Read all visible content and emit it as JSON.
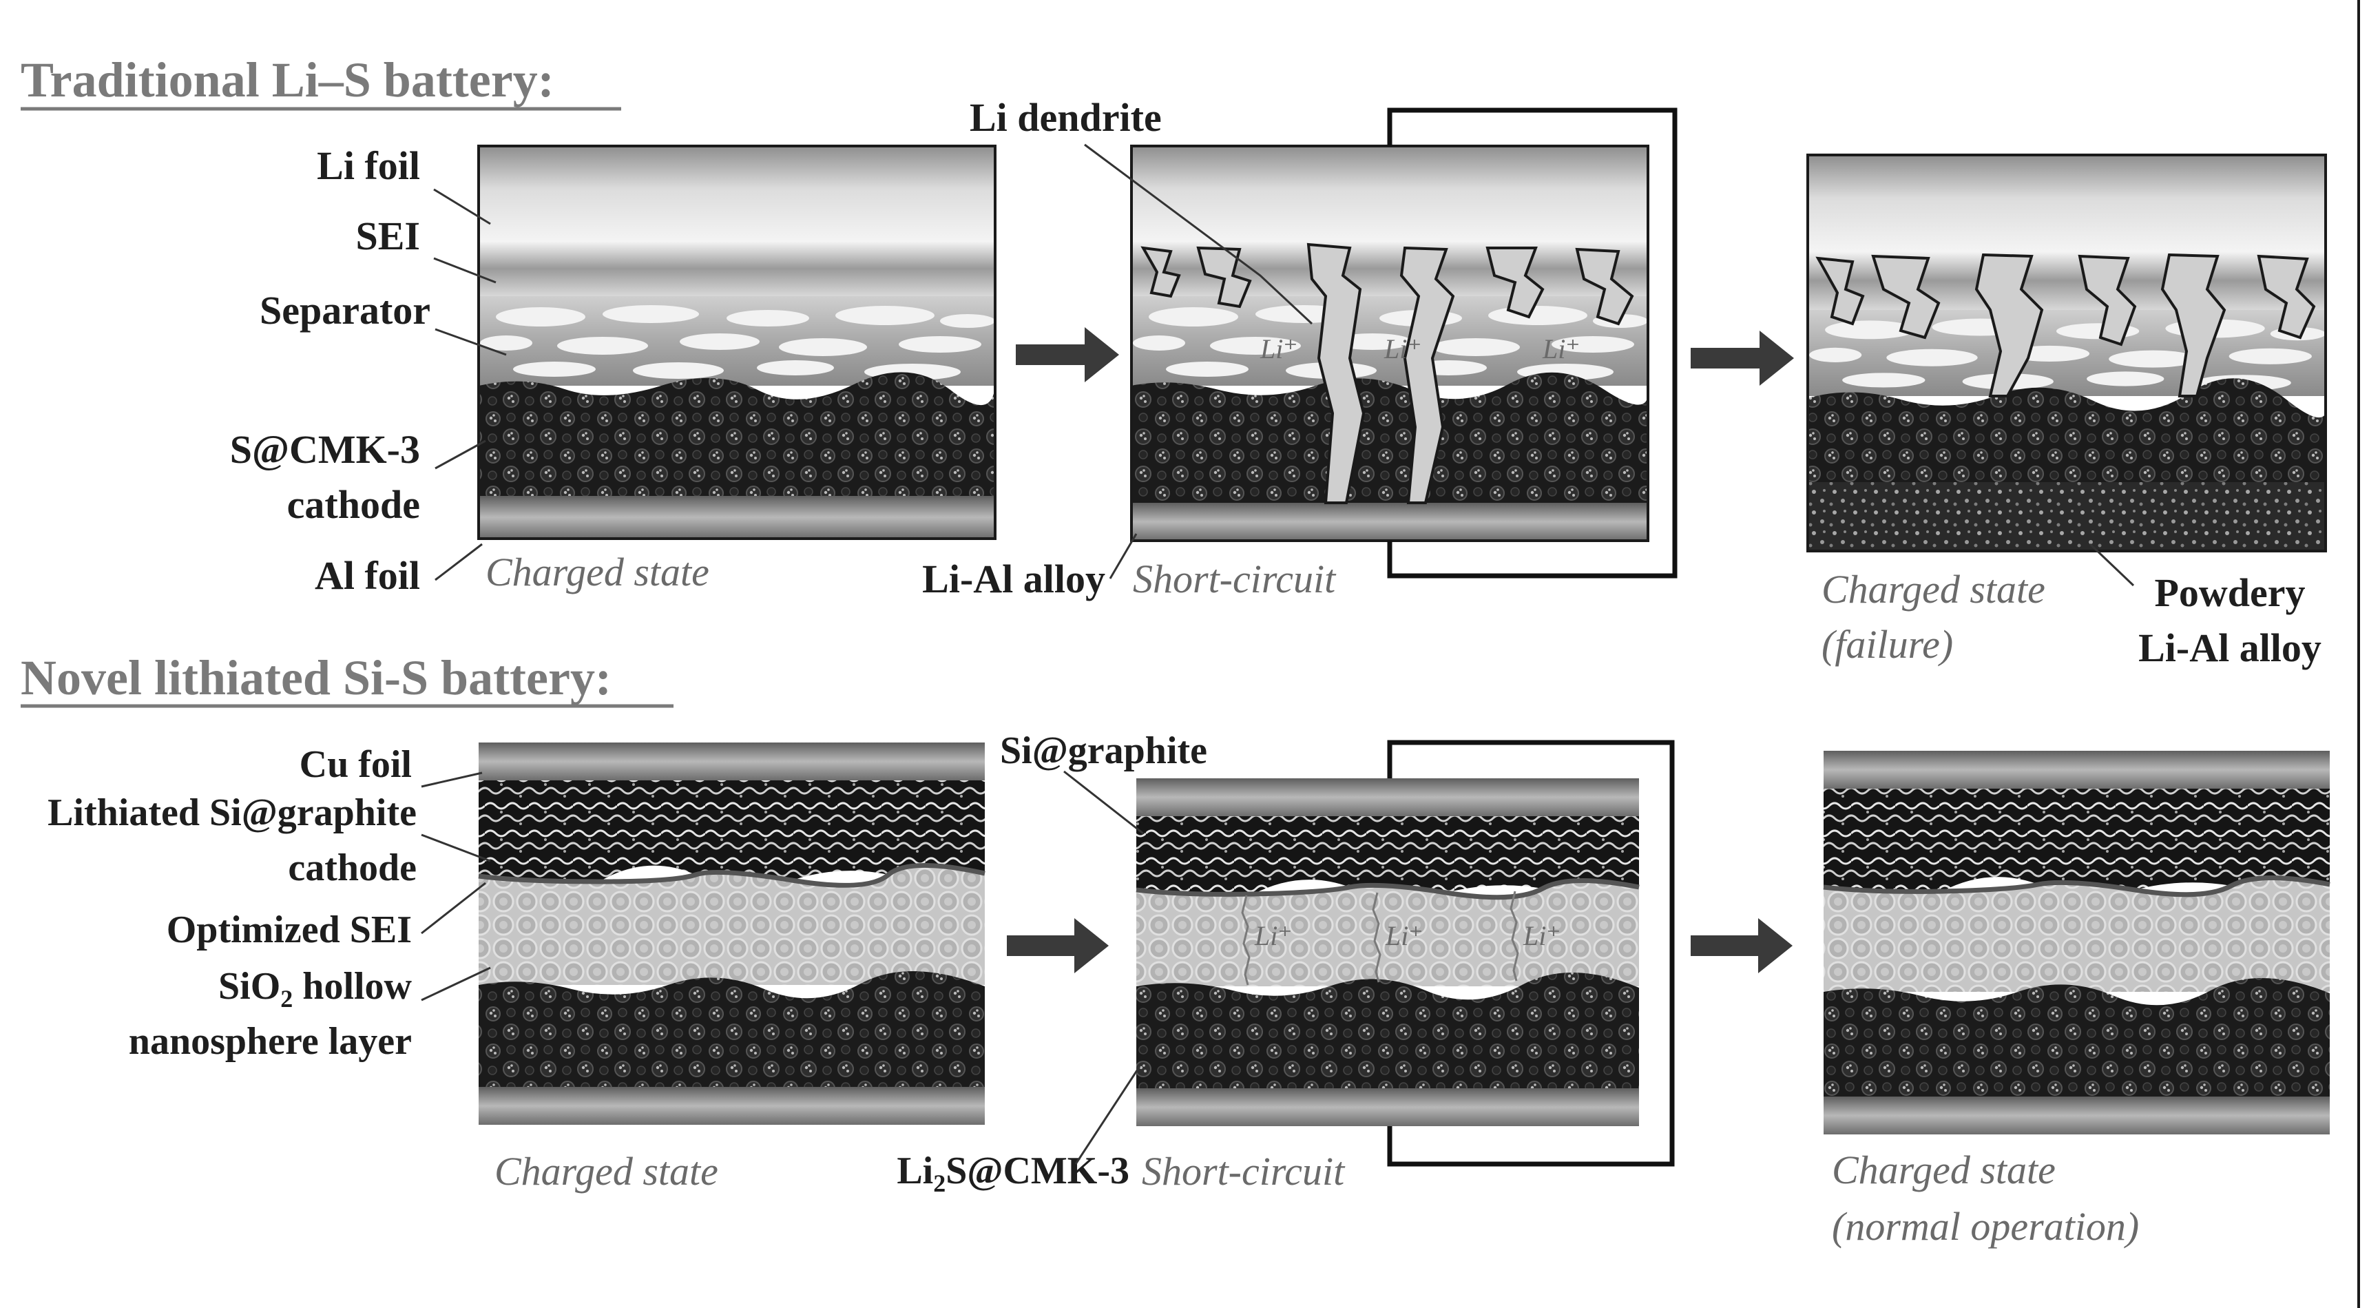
{
  "traditional": {
    "heading": "Traditional Li–S battery:",
    "labels": {
      "li_foil": "Li foil",
      "sei": "SEI",
      "separator": "Separator",
      "cathode_line1": "S@CMK-3",
      "cathode_line2": "cathode",
      "al_foil": "Al foil",
      "li_dendrite": "Li dendrite",
      "li_al_alloy": "Li-Al alloy",
      "powdery_line1": "Powdery",
      "powdery_line2": "Li-Al alloy"
    },
    "captions": {
      "charged": "Charged state",
      "short_circuit": "Short-circuit",
      "failure_line1": "Charged state",
      "failure_line2": "(failure)"
    },
    "ion_label": "Li⁺"
  },
  "novel": {
    "heading": "Novel lithiated Si-S battery:",
    "labels": {
      "cu_foil": "Cu foil",
      "anode_line1": "Lithiated Si@graphite",
      "anode_line2": "cathode",
      "optimized_sei": "Optimized SEI",
      "sio2_line1": "SiO",
      "sio2_sub": "2",
      "sio2_line1_rest": " hollow",
      "sio2_line2": "nanosphere layer",
      "si_graphite": "Si@graphite",
      "li2s_pre": "Li",
      "li2s_sub": "2",
      "li2s_rest": "S@CMK-3"
    },
    "captions": {
      "charged": "Charged state",
      "short_circuit": "Short-circuit",
      "normal_line1": "Charged state",
      "normal_line2": "(normal operation)"
    },
    "ion_label": "Li⁺"
  },
  "colors": {
    "text": "#1e1e1e",
    "caption": "#6a6a6a",
    "heading": "#7a7a7a",
    "cathode_dark": "#1b1b1b",
    "sio2_gray": "#bdbdbd",
    "arrow": "#3a3a3a"
  }
}
